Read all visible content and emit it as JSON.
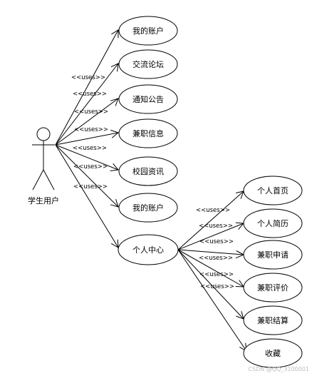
{
  "actor": {
    "label": "学生用户"
  },
  "relation_label": "<<uses>>",
  "main_usecases": [
    {
      "id": "uc-my-account-1",
      "label": "我的账户"
    },
    {
      "id": "uc-forum",
      "label": "交流论坛"
    },
    {
      "id": "uc-notice",
      "label": "通知公告"
    },
    {
      "id": "uc-job-info",
      "label": "兼职信息"
    },
    {
      "id": "uc-campus-news",
      "label": "校园资讯"
    },
    {
      "id": "uc-my-account-2",
      "label": "我的账户"
    },
    {
      "id": "uc-personal-center",
      "label": "个人中心"
    }
  ],
  "sub_usecases": [
    {
      "id": "uc-home",
      "label": "个人首页"
    },
    {
      "id": "uc-resume",
      "label": "个人简历"
    },
    {
      "id": "uc-apply",
      "label": "兼职申请"
    },
    {
      "id": "uc-review",
      "label": "兼职评价"
    },
    {
      "id": "uc-settle",
      "label": "兼职结算"
    },
    {
      "id": "uc-favorite",
      "label": "收藏"
    }
  ],
  "watermark": "CSDN @QQ_3100001"
}
